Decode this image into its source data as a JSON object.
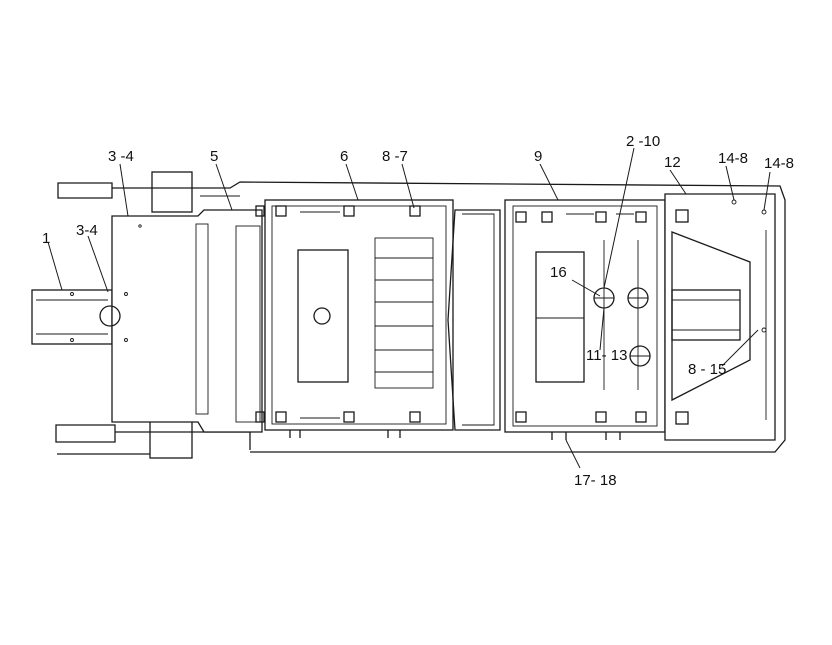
{
  "diagram": {
    "labels": [
      {
        "id": "lbl-3-4-top",
        "text": "3 -4"
      },
      {
        "id": "lbl-5",
        "text": "5"
      },
      {
        "id": "lbl-6",
        "text": "6"
      },
      {
        "id": "lbl-8-7",
        "text": "8 -7"
      },
      {
        "id": "lbl-9",
        "text": "9"
      },
      {
        "id": "lbl-2-10",
        "text": "2 -10"
      },
      {
        "id": "lbl-12",
        "text": "12"
      },
      {
        "id": "lbl-14-8-a",
        "text": "14-8"
      },
      {
        "id": "lbl-14-8-b",
        "text": "14-8"
      },
      {
        "id": "lbl-1",
        "text": "1"
      },
      {
        "id": "lbl-3-4-left",
        "text": "3-4"
      },
      {
        "id": "lbl-16",
        "text": "16"
      },
      {
        "id": "lbl-11-13",
        "text": "11- 13"
      },
      {
        "id": "lbl-8-15",
        "text": "8 - 15"
      },
      {
        "id": "lbl-17-18",
        "text": "17- 18"
      }
    ]
  }
}
